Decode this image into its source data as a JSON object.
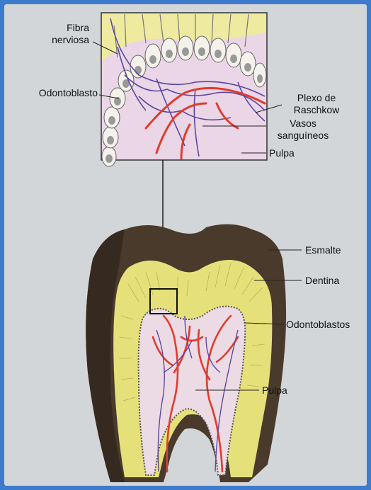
{
  "labels": {
    "fibra_nerviosa": "Fibra\nnerviosa",
    "odontoblasto": "Odontoblasto",
    "plexo_raschkow": "Plexo de\nRaschkow",
    "vasos_sanguineos": "Vasos\nsanguíneos",
    "pulpa_inset": "Pulpa",
    "esmalte": "Esmalte",
    "dentina": "Dentina",
    "odontoblastos": "Odontoblastos",
    "pulpa_tooth": "Pulpa"
  },
  "colors": {
    "frame_border": "#3f7bcc",
    "enamel": "#4a3a2c",
    "dentin": "#e6e07a",
    "pulp": "#ecdbe5",
    "blood_vessel": "#e23b2c",
    "nerve": "#5b49a0"
  }
}
